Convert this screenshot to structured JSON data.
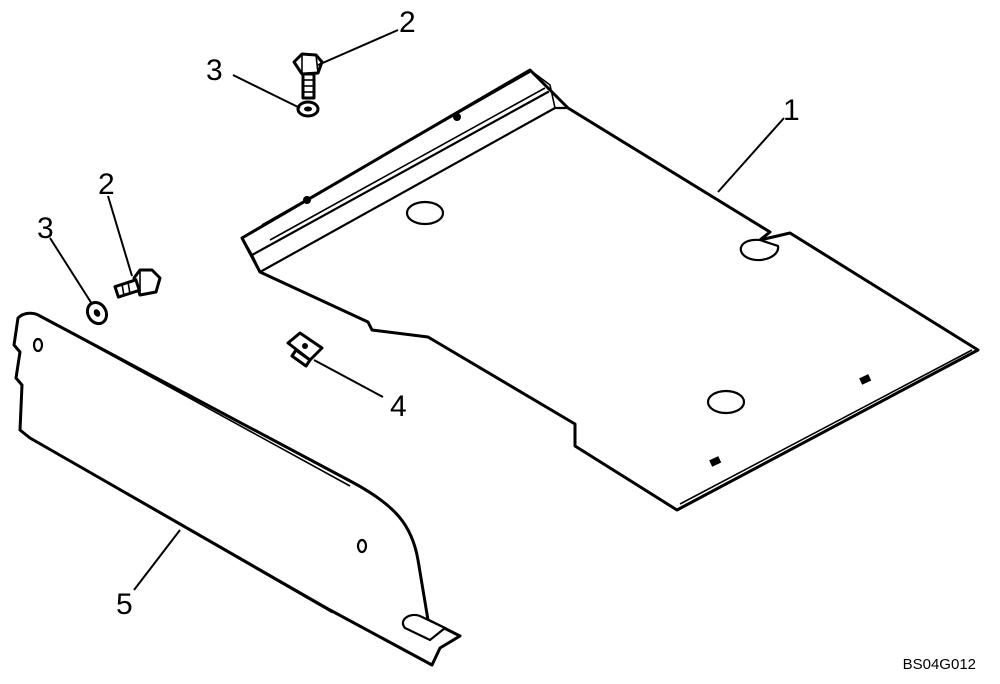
{
  "callouts": {
    "c1": "1",
    "c2_top": "2",
    "c3_top": "3",
    "c2_left": "2",
    "c3_left": "3",
    "c4": "4",
    "c5": "5"
  },
  "figure_ref": "BS04G012",
  "colors": {
    "line": "#000000",
    "background": "#ffffff"
  }
}
